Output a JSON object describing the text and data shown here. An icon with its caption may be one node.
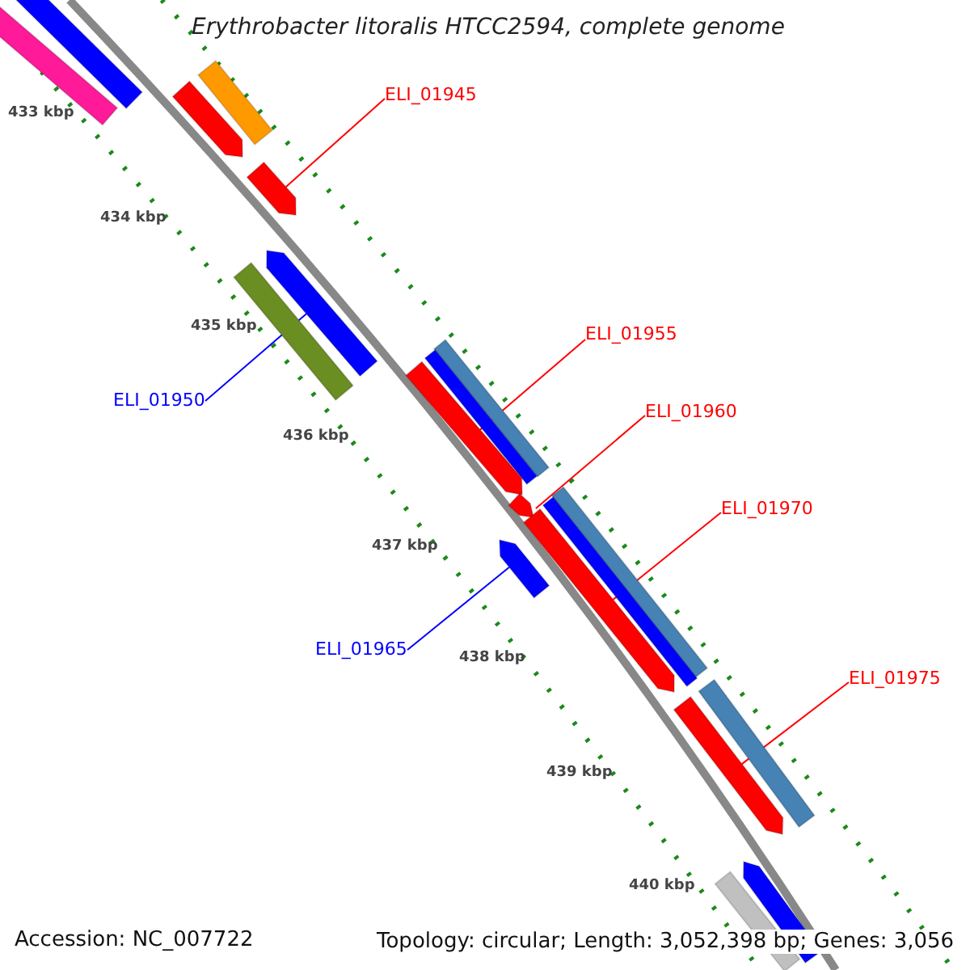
{
  "diagram": {
    "title": "Erythrobacter litoralis HTCC2594, complete genome",
    "nodes": [
      {
        "text": [
          "ELI_01945"
        ]
      },
      {
        "text": [],
        "shape": "bar"
      },
      {
        "text": [
          "ELI_01950"
        ]
      },
      {
        "text": [],
        "shape": "bar"
      },
      {
        "text": [
          "ELI_01955"
        ]
      },
      {
        "text": [],
        "shape": "bar"
      },
      {
        "text": [
          "ELI_01960"
        ]
      },
      {
        "text": [],
        "shape": "bar"
      },
      {
        "text": [
          "ELI_01970"
        ]
      },
      {
        "text": [],
        "shape": "bar"
      },
      {
        "text": [
          "ELI_01965"
        ]
      },
      {
        "text": [],
        "shape": "bar"
      },
      {
        "text": [
          "ELI_01975"
        ]
      },
      {
        "text": [],
        "shape": "bar"
      },
      {
        "text": [],
        "shape": "bar"
      },
      {
        "text": [],
        "shape": "bar"
      },
      {
        "text": [],
        "shape": "bar"
      },
      {
        "text": [],
        "shape": "bar"
      },
      {
        "text": [],
        "shape": "bar"
      },
      {
        "text": [],
        "shape": "bar"
      },
      {
        "text": [],
        "shape": "bar"
      },
      {
        "text": [],
        "shape": "bar"
      },
      {
        "text": [],
        "shape": "bar"
      },
      {
        "text": [],
        "shape": "bar"
      },
      {
        "text": [],
        "shape": "bar"
      },
      {
        "text": [],
        "shape": "bar"
      }
    ],
    "edges": [
      {
        "from": 0,
        "to": 1,
        "arrow": "none"
      },
      {
        "from": 2,
        "to": 3,
        "arrow": "none",
        "color": "#0000ff"
      },
      {
        "from": 4,
        "to": 5,
        "arrow": "none"
      },
      {
        "from": 6,
        "to": 7,
        "arrow": "none"
      },
      {
        "from": 8,
        "to": 9,
        "arrow": "none"
      },
      {
        "from": 10,
        "to": 11,
        "arrow": "none",
        "color": "#0000ff"
      },
      {
        "from": 12,
        "to": 13,
        "arrow": "none"
      }
    ],
    "labels": [
      "433 kbp",
      "434 kbp",
      "435 kbp",
      "436 kbp",
      "437 kbp",
      "438 kbp",
      "439 kbp",
      "440 kbp",
      "Accession: NC_007722",
      "Topology: circular; Length: 3,052,398 bp; Genes: 3,056"
    ]
  }
}
